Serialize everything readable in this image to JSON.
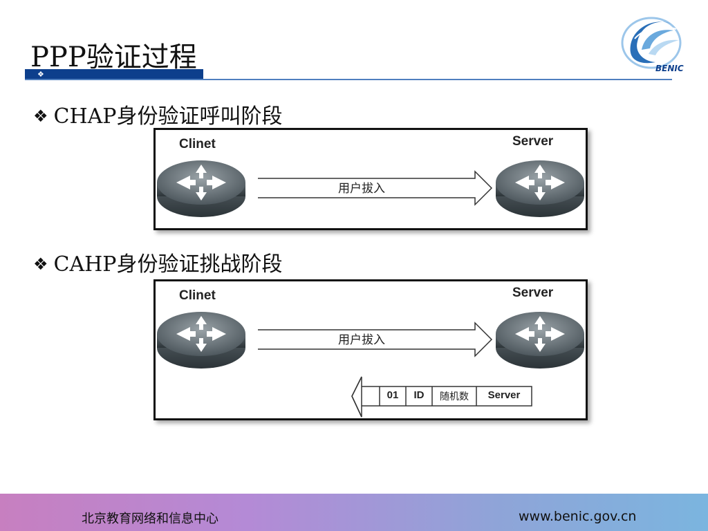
{
  "title": "PPP验证过程",
  "logo": {
    "text": "BENIC"
  },
  "bullets": [
    {
      "mark": "❖",
      "text": "CHAP身份验证呼叫阶段"
    },
    {
      "mark": "❖",
      "text": "CAHP身份验证挑战阶段"
    }
  ],
  "diagram1": {
    "client_label": "Clinet",
    "server_label": "Server",
    "arrow_label": "用户拔入"
  },
  "diagram2": {
    "client_label": "Clinet",
    "server_label": "Server",
    "arrow_label": "用户拔入",
    "packet_fields": [
      "01",
      "ID",
      "随机数",
      "Server"
    ]
  },
  "footer": {
    "org": "北京教育网络和信息中心",
    "url": "www.benic.gov.cn"
  }
}
